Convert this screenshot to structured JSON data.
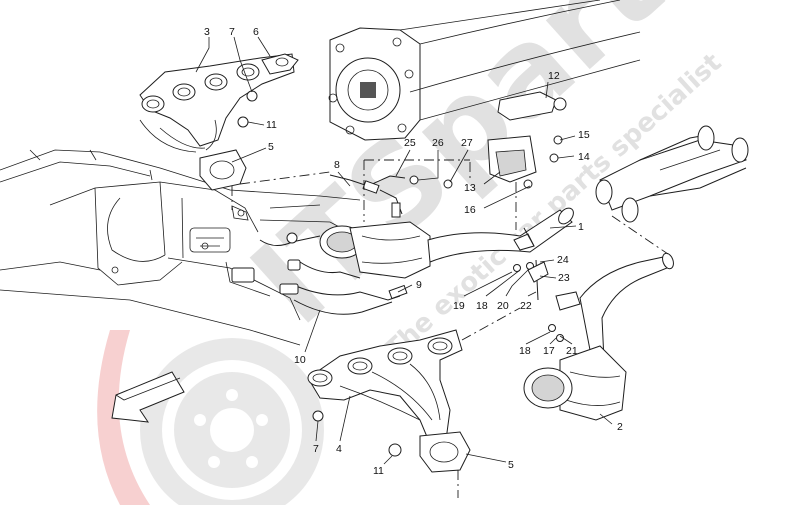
{
  "colors": {
    "line": "#1e1e1e",
    "watermark": "#c8c8c8",
    "logo_red": "#f2b8b8"
  },
  "watermark": {
    "brand": "ITSparts",
    "tagline": "The exotic car parts specialist"
  },
  "callouts": {
    "c1": "1",
    "c2": "2",
    "c3": "3",
    "c4": "4",
    "c5a": "5",
    "c5b": "5",
    "c6": "6",
    "c7a": "7",
    "c7b": "7",
    "c8": "8",
    "c9": "9",
    "c10": "10",
    "c11a": "11",
    "c11b": "11",
    "c12": "12",
    "c13": "13",
    "c14": "14",
    "c15": "15",
    "c16": "16",
    "c17": "17",
    "c18a": "18",
    "c18b": "18",
    "c19": "19",
    "c20": "20",
    "c21": "21",
    "c22": "22",
    "c23": "23",
    "c24": "24",
    "c25": "25",
    "c26": "26",
    "c27": "27"
  },
  "icons": {
    "direction_arrow": "front-direction-arrow-icon",
    "logo_disc": "brake-disc-logo-icon"
  }
}
